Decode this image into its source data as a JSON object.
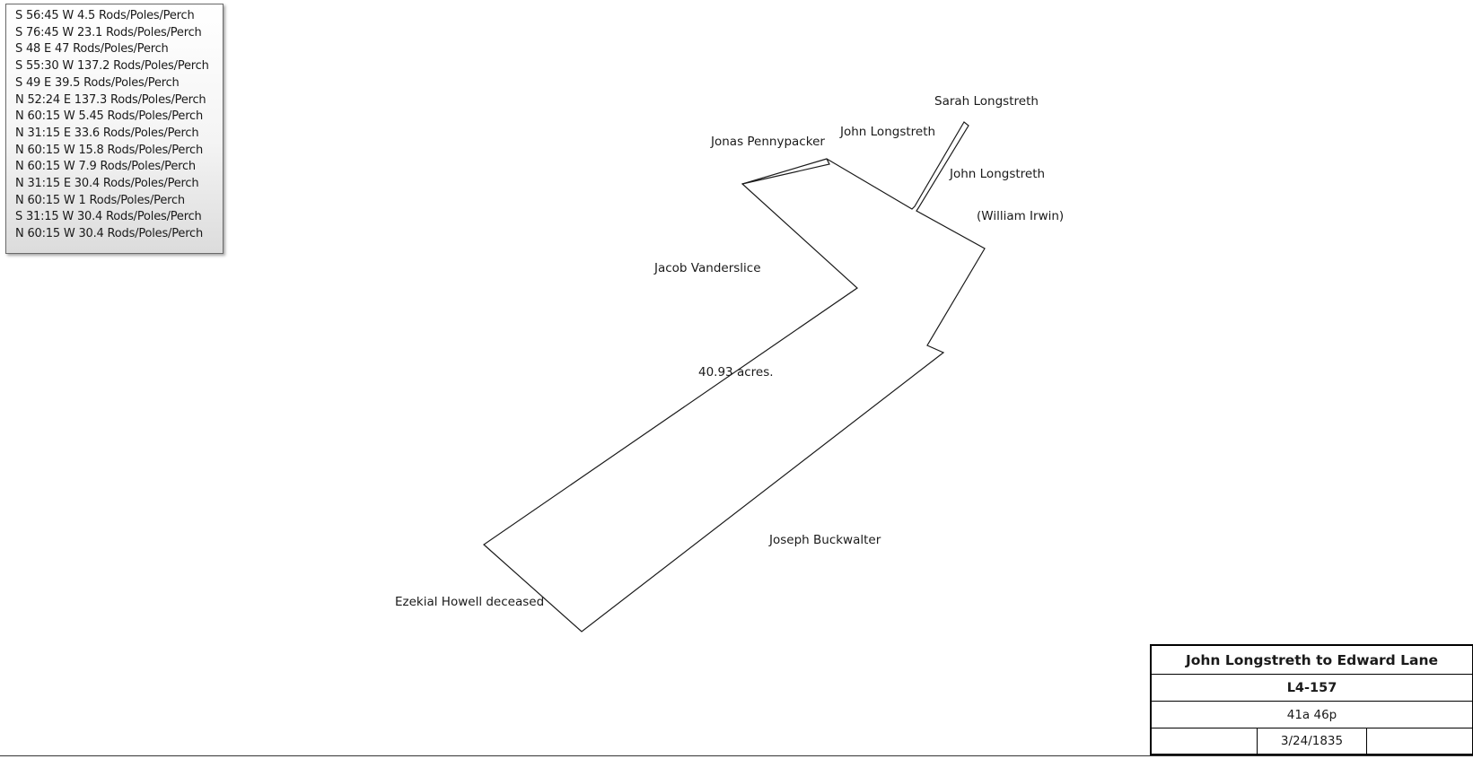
{
  "calls": [
    "S 56:45 W 4.5 Rods/Poles/Perch",
    "S 76:45 W 23.1 Rods/Poles/Perch",
    "S 48 E 47 Rods/Poles/Perch",
    "S 55:30 W 137.2 Rods/Poles/Perch",
    "S 49 E 39.5 Rods/Poles/Perch",
    "N 52:24 E 137.3 Rods/Poles/Perch",
    "N 60:15 W 5.45 Rods/Poles/Perch",
    "N 31:15 E 33.6 Rods/Poles/Perch",
    "N 60:15 W 15.8 Rods/Poles/Perch",
    "N 60:15 W 7.9 Rods/Poles/Perch",
    "N 31:15 E 30.4 Rods/Poles/Perch",
    "N 60:15 W 1 Rods/Poles/Perch",
    "S 31:15 W 30.4 Rods/Poles/Perch",
    "N 60:15 W 30.4 Rods/Poles/Perch"
  ],
  "plat": {
    "neighbors": {
      "sarah_longstreth": "Sarah Longstreth",
      "john_longstreth_1": "John Longstreth",
      "jonas_pennypacker": "Jonas Pennypacker",
      "john_longstreth_2": "John Longstreth",
      "william_irwin": "(William Irwin)",
      "jacob_vanderslice": "Jacob Vanderslice",
      "joseph_buckwalter": "Joseph Buckwalter",
      "ezekial_howell": "Ezekial Howell deceased"
    },
    "area_label": "40.93 acres."
  },
  "title_block": {
    "title": "John Longstreth to Edward Lane",
    "doc_id": "L4-157",
    "acreage": "41a 46p",
    "date": "3/24/1835",
    "extra": ""
  },
  "colors": {
    "line": "#1a1a1a",
    "background": "#ffffff"
  }
}
